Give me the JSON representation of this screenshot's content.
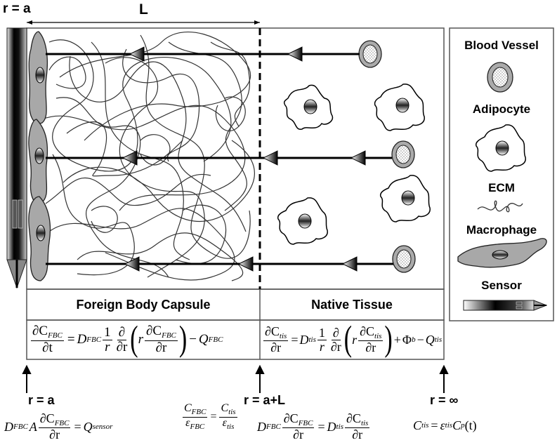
{
  "top": {
    "r_a": "r = a",
    "L": "L"
  },
  "legend": {
    "items": [
      {
        "label": "Blood Vessel",
        "icon": "blood-vessel-icon"
      },
      {
        "label": "Adipocyte",
        "icon": "adipocyte-icon"
      },
      {
        "label": "ECM",
        "icon": "ecm-icon"
      },
      {
        "label": "Macrophage",
        "icon": "macrophage-icon"
      },
      {
        "label": "Sensor",
        "icon": "sensor-icon"
      }
    ]
  },
  "regions": {
    "fbc": "Foreign Body Capsule",
    "tissue": "Native Tissue"
  },
  "equations": {
    "fbc": {
      "lhs_num": "∂C",
      "lhs_num_sub": "FBC",
      "lhs_den": "∂t",
      "eq": "=",
      "D": "D",
      "D_sub": "FBC",
      "one": "1",
      "r": "r",
      "d": "∂",
      "dr": "∂r",
      "inner_num": "∂C",
      "inner_num_sub": "FBC",
      "inner_den": "∂r",
      "minus": "−",
      "Q": "Q",
      "Q_sub": "FBC",
      "lparen": "(",
      "rparen": ")"
    },
    "tis": {
      "lhs_num": "∂C",
      "lhs_num_sub": "tis",
      "lhs_den": "∂r",
      "eq": "=",
      "D": "D",
      "D_sub": "tis",
      "one": "1",
      "r": "r",
      "d": "∂",
      "dr": "∂r",
      "inner_num": "∂C",
      "inner_num_sub": "tis",
      "inner_den": "∂r",
      "plus": "+",
      "Phi": "Φ",
      "Phi_sub": "b",
      "minus": "−",
      "Q": "Q",
      "Q_sub": "tis",
      "lparen": "(",
      "rparen": ")"
    }
  },
  "boundaries": {
    "a": {
      "label": "r = a",
      "D": "D",
      "D_sub": "FBC",
      "A": "A",
      "num": "∂C",
      "num_sub": "FBC",
      "den": "∂r",
      "eq": "=",
      "Q": "Q",
      "Q_sub": "sensor"
    },
    "aL": {
      "label": "r = a+L",
      "c1_num": "C",
      "c1_num_sub": "FBC",
      "c1_den": "ε",
      "c1_den_sub": "FBC",
      "eq": "=",
      "c2_num": "C",
      "c2_num_sub": "tis",
      "c2_den": "ε",
      "c2_den_sub": "tis",
      "D1": "D",
      "D1_sub": "FBC",
      "f1_num": "∂C",
      "f1_num_sub": "FBC",
      "f1_den": "∂r",
      "D2": "D",
      "D2_sub": "tis",
      "f2_num": "∂C",
      "f2_num_sub": "tis",
      "f2_den": "∂r"
    },
    "inf": {
      "label": "r = ∞",
      "C": "C",
      "C_sub": "tis",
      "eq": "=",
      "eps": "ε",
      "eps_sub": "tis",
      "Cp": "C",
      "Cp_sub": "p",
      "arg": "(t)"
    }
  }
}
